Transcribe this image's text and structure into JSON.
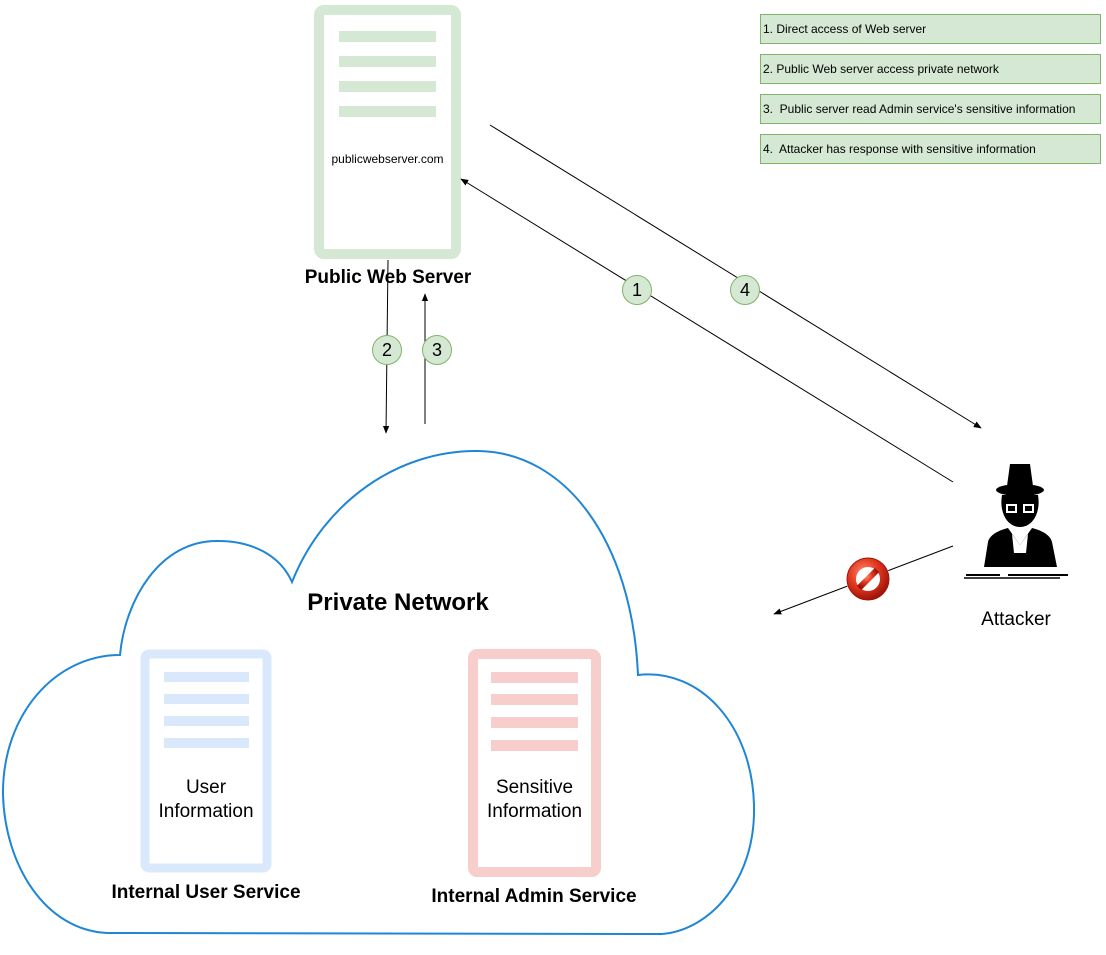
{
  "legend": [
    "1. Direct access of Web server",
    "2. Public Web server access private network",
    "3.  Public server read Admin service's sensitive information",
    "4.  Attacker has response with sensitive information"
  ],
  "public_server": {
    "domain": "publicwebserver.com",
    "title": "Public Web Server"
  },
  "private_network": {
    "title": "Private Network"
  },
  "user_service": {
    "content_line1": "User",
    "content_line2": "Information",
    "title": "Internal User Service"
  },
  "admin_service": {
    "content_line1": "Sensitive",
    "content_line2": "Information",
    "title": "Internal Admin Service"
  },
  "attacker": {
    "label": "Attacker"
  },
  "steps": [
    "1",
    "2",
    "3",
    "4"
  ],
  "colors": {
    "green_fill": "#d5e8d4",
    "green_stroke": "#82b366",
    "blue_server": "#dae8fc",
    "red_server": "#f8cecc",
    "cloud_stroke": "#1f86d6",
    "blocked_red": "#d7261b"
  },
  "icons": {
    "attacker": "spy-icon",
    "blocked": "no-entry-icon"
  }
}
